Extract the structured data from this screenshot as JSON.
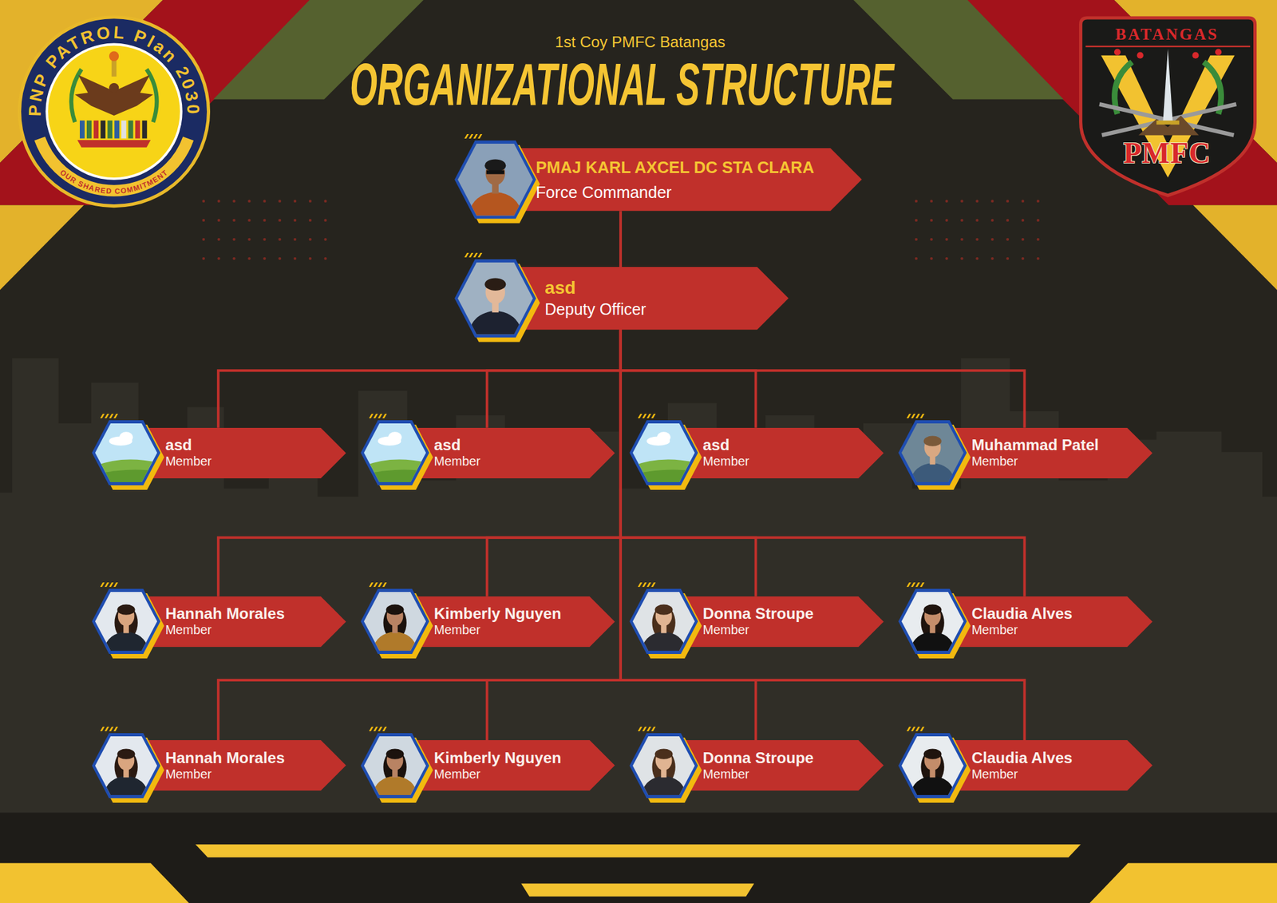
{
  "diagram": {
    "title": "ORGANIZATIONAL STRUCTURE",
    "nodes": [
      {
        "text": [
          "PMAJ KARL AXCEL DC STA CLARA",
          "Force Commander"
        ]
      },
      {
        "text": [
          "asd",
          "Deputy Officer"
        ]
      },
      {
        "text": [
          "asd",
          "Member"
        ]
      },
      {
        "text": [
          "asd",
          "Member"
        ]
      },
      {
        "text": [
          "asd",
          "Member"
        ]
      },
      {
        "text": [
          "Muhammad Patel",
          "Member"
        ]
      },
      {
        "text": [
          "Hannah Morales",
          "Member"
        ]
      },
      {
        "text": [
          "Kimberly Nguyen",
          "Member"
        ]
      },
      {
        "text": [
          "Donna Stroupe",
          "Member"
        ]
      },
      {
        "text": [
          "Claudia Alves",
          "Member"
        ]
      },
      {
        "text": [
          "Hannah Morales",
          "Member"
        ]
      },
      {
        "text": [
          "Kimberly Nguyen",
          "Member"
        ]
      },
      {
        "text": [
          "Donna Stroupe",
          "Member"
        ]
      },
      {
        "text": [
          "Claudia Alves",
          "Member"
        ]
      }
    ],
    "edges": [
      {
        "from": 0,
        "to": 1,
        "arrow": "none"
      },
      {
        "from": 1,
        "to": 2,
        "arrow": "none"
      },
      {
        "from": 1,
        "to": 3,
        "arrow": "none"
      },
      {
        "from": 1,
        "to": 4,
        "arrow": "none"
      },
      {
        "from": 1,
        "to": 5,
        "arrow": "none"
      },
      {
        "from": 1,
        "to": 6,
        "arrow": "none"
      },
      {
        "from": 1,
        "to": 7,
        "arrow": "none"
      },
      {
        "from": 1,
        "to": 8,
        "arrow": "none"
      },
      {
        "from": 1,
        "to": 9,
        "arrow": "none"
      },
      {
        "from": 1,
        "to": 10,
        "arrow": "none"
      },
      {
        "from": 1,
        "to": 11,
        "arrow": "none"
      },
      {
        "from": 1,
        "to": 12,
        "arrow": "none"
      },
      {
        "from": 1,
        "to": 13,
        "arrow": "none"
      }
    ],
    "labels": [
      "1st Coy PMFC Batangas",
      "PNP PATROL Plan 2030",
      "OUR SHARED COMMITMENT",
      "BATANGAS",
      "PMFC"
    ]
  }
}
